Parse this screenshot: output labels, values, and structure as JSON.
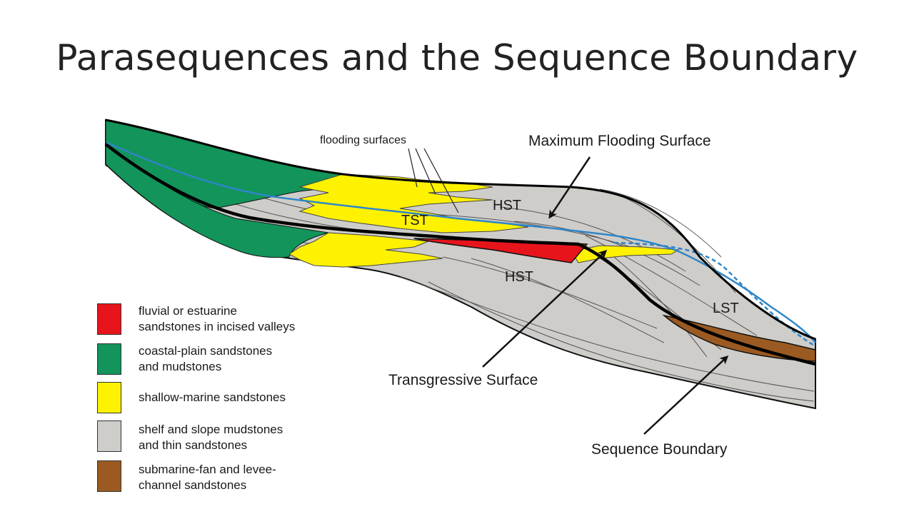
{
  "slide": {
    "title": "Parasequences and the Sequence Boundary"
  },
  "labels": {
    "flooding_surfaces": "flooding surfaces",
    "max_flooding_surface": "Maximum Flooding Surface",
    "transgressive_surface": "Transgressive Surface",
    "sequence_boundary": "Sequence Boundary",
    "hst_upper": "HST",
    "hst_lower": "HST",
    "tst": "TST",
    "lst": "LST"
  },
  "colors": {
    "fluvial": "#e8141c",
    "coastal": "#13945a",
    "shallow_marine": "#fff200",
    "shelf": "#cfcdc9",
    "submarine_fan": "#9b5a22",
    "flooding_line": "#2e86c9"
  },
  "legend": [
    {
      "line1": "fluvial or estuarine",
      "line2": "sandstones in incised valleys",
      "color": "#e8141c"
    },
    {
      "line1": "coastal-plain sandstones",
      "line2": "and mudstones",
      "color": "#13945a"
    },
    {
      "line1": "shallow-marine sandstones",
      "line2": "",
      "color": "#fff200"
    },
    {
      "line1": "shelf and slope mudstones",
      "line2": "and thin sandstones",
      "color": "#cfcdc9"
    },
    {
      "line1": "submarine-fan and levee-",
      "line2": "channel sandstones",
      "color": "#9b5a22"
    }
  ]
}
